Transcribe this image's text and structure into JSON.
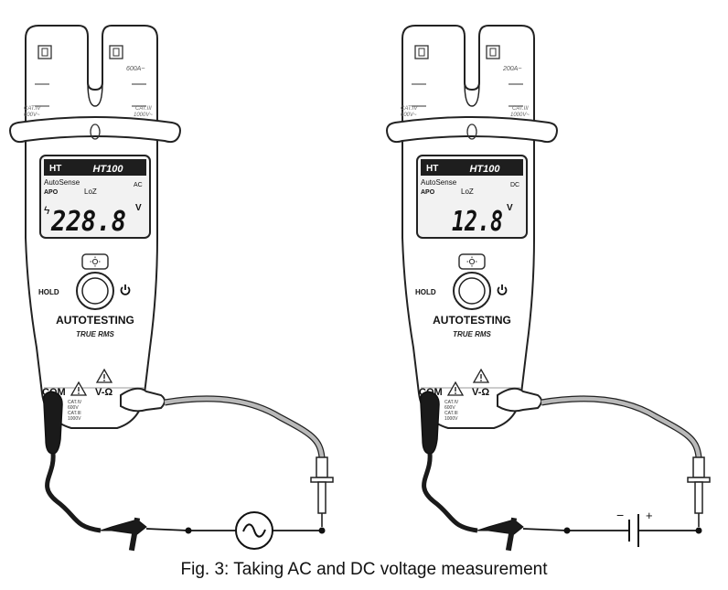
{
  "figure": {
    "caption": "Fig. 3: Taking AC and DC voltage measurement",
    "colors": {
      "outline": "#222222",
      "body_fill": "#ffffff",
      "lcd_fill": "#f2f2f2",
      "lead_black": "#1a1a1a",
      "lead_grey": "#b9b9b9"
    },
    "meters": [
      {
        "mode": "AC",
        "jaw_range": "600A~",
        "cat_left_1": "CAT.IV",
        "cat_left_2": "600V~",
        "cat_right_1": "CAT.III",
        "cat_right_2": "1000V~",
        "brand": "HT",
        "model": "HT100",
        "autosense": "AutoSense",
        "apo": "APO",
        "loz": "LoZ",
        "mode_indicator": "AC",
        "reading": "228.8",
        "unit": "V",
        "hazard_symbol": "ϟ",
        "hold_label": "HOLD",
        "power_icon": "power-icon",
        "backlight_icon": "sun-icon",
        "title": "AUTOTESTING",
        "subtitle": "TRUE RMS",
        "com_label": "COM",
        "v_label": "V-Ω",
        "jack_cat_1": "CAT.IV",
        "jack_cat_2": "600V",
        "jack_cat_3": "CAT.III",
        "jack_cat_4": "1000V",
        "source_icon": "ac-source-icon"
      },
      {
        "mode": "DC",
        "jaw_range": "200A~",
        "cat_left_1": "CAT.IV",
        "cat_left_2": "600V~",
        "cat_right_1": "CAT.III",
        "cat_right_2": "1000V~",
        "brand": "HT",
        "model": "HT100",
        "autosense": "AutoSense",
        "apo": "APO",
        "loz": "LoZ",
        "mode_indicator": "DC",
        "reading": "12.8",
        "unit": "V",
        "hold_label": "HOLD",
        "power_icon": "power-icon",
        "backlight_icon": "sun-icon",
        "title": "AUTOTESTING",
        "subtitle": "TRUE RMS",
        "com_label": "COM",
        "v_label": "V-Ω",
        "jack_cat_1": "CAT.IV",
        "jack_cat_2": "600V",
        "jack_cat_3": "CAT.III",
        "jack_cat_4": "1000V",
        "battery_minus": "−",
        "battery_plus": "+",
        "source_icon": "battery-icon"
      }
    ]
  }
}
